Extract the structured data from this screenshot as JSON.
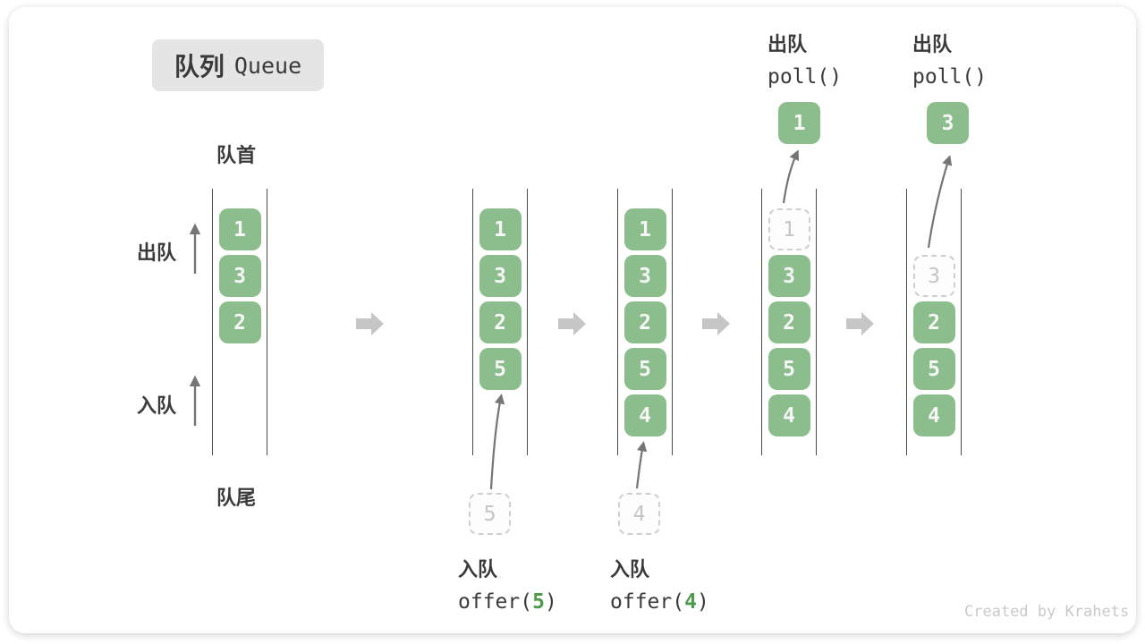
{
  "title": {
    "zh": "队列",
    "en": "Queue"
  },
  "side_labels": {
    "front": "队首",
    "rear": "队尾",
    "dequeue": "出队",
    "enqueue": "入队"
  },
  "queues": [
    {
      "blocks": [
        {
          "value": "1"
        },
        {
          "value": "3"
        },
        {
          "value": "2"
        }
      ]
    },
    {
      "blocks": [
        {
          "value": "1"
        },
        {
          "value": "3"
        },
        {
          "value": "2"
        },
        {
          "value": "5"
        }
      ]
    },
    {
      "blocks": [
        {
          "value": "1"
        },
        {
          "value": "3"
        },
        {
          "value": "2"
        },
        {
          "value": "5"
        },
        {
          "value": "4"
        }
      ]
    },
    {
      "blocks": [
        {
          "value": "1",
          "ghost": true
        },
        {
          "value": "3"
        },
        {
          "value": "2"
        },
        {
          "value": "5"
        },
        {
          "value": "4"
        }
      ]
    },
    {
      "blocks": [
        {
          "value": "3",
          "ghost": true
        },
        {
          "value": "2"
        },
        {
          "value": "5"
        },
        {
          "value": "4"
        }
      ]
    }
  ],
  "poll_callouts": [
    {
      "action": "出队",
      "code": "poll()",
      "value": "1"
    },
    {
      "action": "出队",
      "code": "poll()",
      "value": "3"
    }
  ],
  "offer_callouts": [
    {
      "action": "入队",
      "code_prefix": "offer(",
      "arg": "5",
      "code_suffix": ")",
      "ghost_value": "5"
    },
    {
      "action": "入队",
      "code_prefix": "offer(",
      "arg": "4",
      "code_suffix": ")",
      "ghost_value": "4"
    }
  ],
  "watermark": "Created by Krahets",
  "colors": {
    "block_green": "#8cbd8c",
    "block_text": "#f7f7f7",
    "code_arg_green": "#4e9b4e",
    "ghost_border": "#cfcfcf",
    "ghost_text": "#c5c5c5",
    "flow_arrow_gray": "#c6c6c6",
    "thin_arrow_gray": "#757575",
    "queue_line": "#4a4a4a",
    "label_dark": "#3a3a3a",
    "badge_bg": "#e5e5e5",
    "watermark_gray": "#c9c9c9"
  }
}
